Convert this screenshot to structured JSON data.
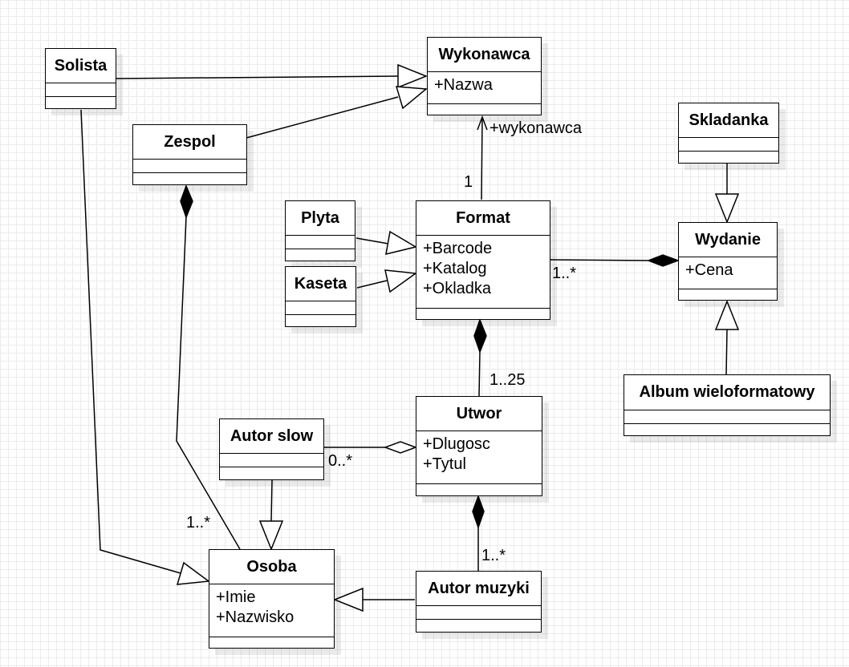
{
  "classes": {
    "wykonawca": {
      "name": "Wykonawca",
      "attrs": [
        "+Nazwa"
      ]
    },
    "solista": {
      "name": "Solista"
    },
    "zespol": {
      "name": "Zespol"
    },
    "skladanka": {
      "name": "Skladanka"
    },
    "plyta": {
      "name": "Plyta"
    },
    "kaseta": {
      "name": "Kaseta"
    },
    "format": {
      "name": "Format",
      "attrs": [
        "+Barcode",
        "+Katalog",
        "+Okladka"
      ]
    },
    "wydanie": {
      "name": "Wydanie",
      "attrs": [
        "+Cena"
      ]
    },
    "album": {
      "name": "Album wieloformatowy"
    },
    "utwor": {
      "name": "Utwor",
      "attrs": [
        "+Dlugosc",
        "+Tytul"
      ]
    },
    "autor_slow": {
      "name": "Autor slow"
    },
    "osoba": {
      "name": "Osoba",
      "attrs": [
        "+Imie",
        "+Nazwisko"
      ]
    },
    "autor_muzyki": {
      "name": "Autor muzyki"
    }
  },
  "labels": {
    "wykonawca_role": "+wykonawca",
    "format_to_wykonawca": "1",
    "format_to_wydanie": "1..*",
    "format_to_utwor": "1..25",
    "autor_slow_to_utwor": "0..*",
    "zespol_to_osoba": "1..*",
    "utwor_to_autor_muzyki": "1..*"
  }
}
